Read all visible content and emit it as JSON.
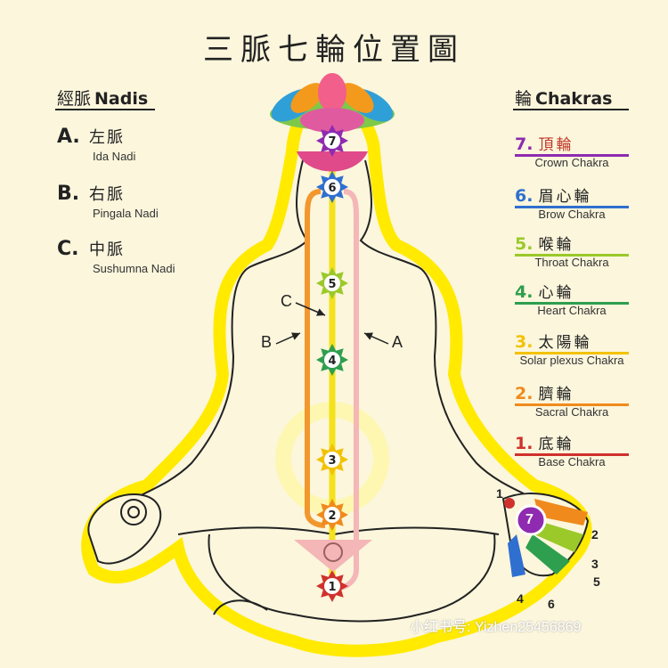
{
  "title": "三脈七輪位置圖",
  "nadis_header": {
    "cn": "經脈",
    "en": "Nadis"
  },
  "nadis": [
    {
      "letter": "A.",
      "cn": "左脈",
      "en": "Ida Nadi"
    },
    {
      "letter": "B.",
      "cn": "右脈",
      "en": "Pingala Nadi"
    },
    {
      "letter": "C.",
      "cn": "中脈",
      "en": "Sushumna Nadi"
    }
  ],
  "chakras_header": {
    "cn": "輪",
    "en": "Chakras"
  },
  "chakras": [
    {
      "num": "7.",
      "cn": "頂輪",
      "en": "Crown Chakra",
      "color": "#8e2bb0",
      "text_color": "#c0392b"
    },
    {
      "num": "6.",
      "cn": "眉心輪",
      "en": "Brow Chakra",
      "color": "#2f6fcf",
      "text_color": "#222"
    },
    {
      "num": "5.",
      "cn": "喉輪",
      "en": "Throat Chakra",
      "color": "#9bc92a",
      "text_color": "#222"
    },
    {
      "num": "4.",
      "cn": "心輪",
      "en": "Heart Chakra",
      "color": "#2e9e4f",
      "text_color": "#222"
    },
    {
      "num": "3.",
      "cn": "太陽輪",
      "en": "Solar plexus Chakra",
      "color": "#f2c200",
      "text_color": "#222"
    },
    {
      "num": "2.",
      "cn": "臍輪",
      "en": "Sacral Chakra",
      "color": "#f08a1c",
      "text_color": "#222"
    },
    {
      "num": "1.",
      "cn": "底輪",
      "en": "Base Chakra",
      "color": "#d0312d",
      "text_color": "#222"
    }
  ],
  "body_markers": {
    "chakra_numbers": [
      "1",
      "2",
      "3",
      "4",
      "5",
      "6",
      "7"
    ],
    "nadi_letters": [
      "A",
      "B",
      "C"
    ],
    "hand_numbers": [
      "1",
      "2",
      "3",
      "4",
      "5",
      "6"
    ],
    "hand_center": "7"
  },
  "watermark_text": "小红书号: Yizhen25456869",
  "colors": {
    "background": "#fbf6dc",
    "aura": "#ffea00",
    "ida_channel": "#f4b6b6",
    "pingala_channel": "#f2972e",
    "sushumna_channel": "#f3e21c"
  }
}
